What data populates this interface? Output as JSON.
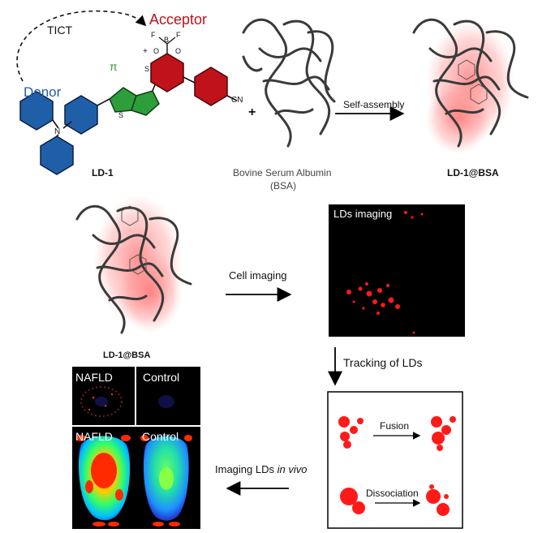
{
  "top": {
    "tict": "TICT",
    "acceptor": "Acceptor",
    "donor": "Donor",
    "pi": "π",
    "atom_n": "N",
    "atom_s": "S",
    "atom_b": "B",
    "atom_f": "F",
    "atom_o": "O",
    "atom_plus": "+",
    "cn": "CN",
    "ld1": "LD-1",
    "plus": "+",
    "bsa_line1": "Bovine Serum Albumin",
    "bsa_line2": "(BSA)",
    "self_assembly": "Self-assembly",
    "ld1_bsa": "LD-1@BSA"
  },
  "middle": {
    "ld1_bsa": "LD-1@BSA",
    "cell_imaging": "Cell imaging",
    "lds_imaging": "LDs imaging",
    "tracking": "Tracking of LDs"
  },
  "bottom": {
    "nafld_top": "NAFLD",
    "control_top": "Control",
    "nafld_bottom": "NAFLD",
    "control_bottom": "Control",
    "imaging_prefix": "Imaging LDs ",
    "imaging_italic": "in vivo",
    "fusion": "Fusion",
    "dissociation": "Dissociation"
  },
  "colors": {
    "donor": "#1f5fa8",
    "pi": "#2e9e3a",
    "acceptor": "#c0121b",
    "droplet": "#ff1a1a"
  }
}
